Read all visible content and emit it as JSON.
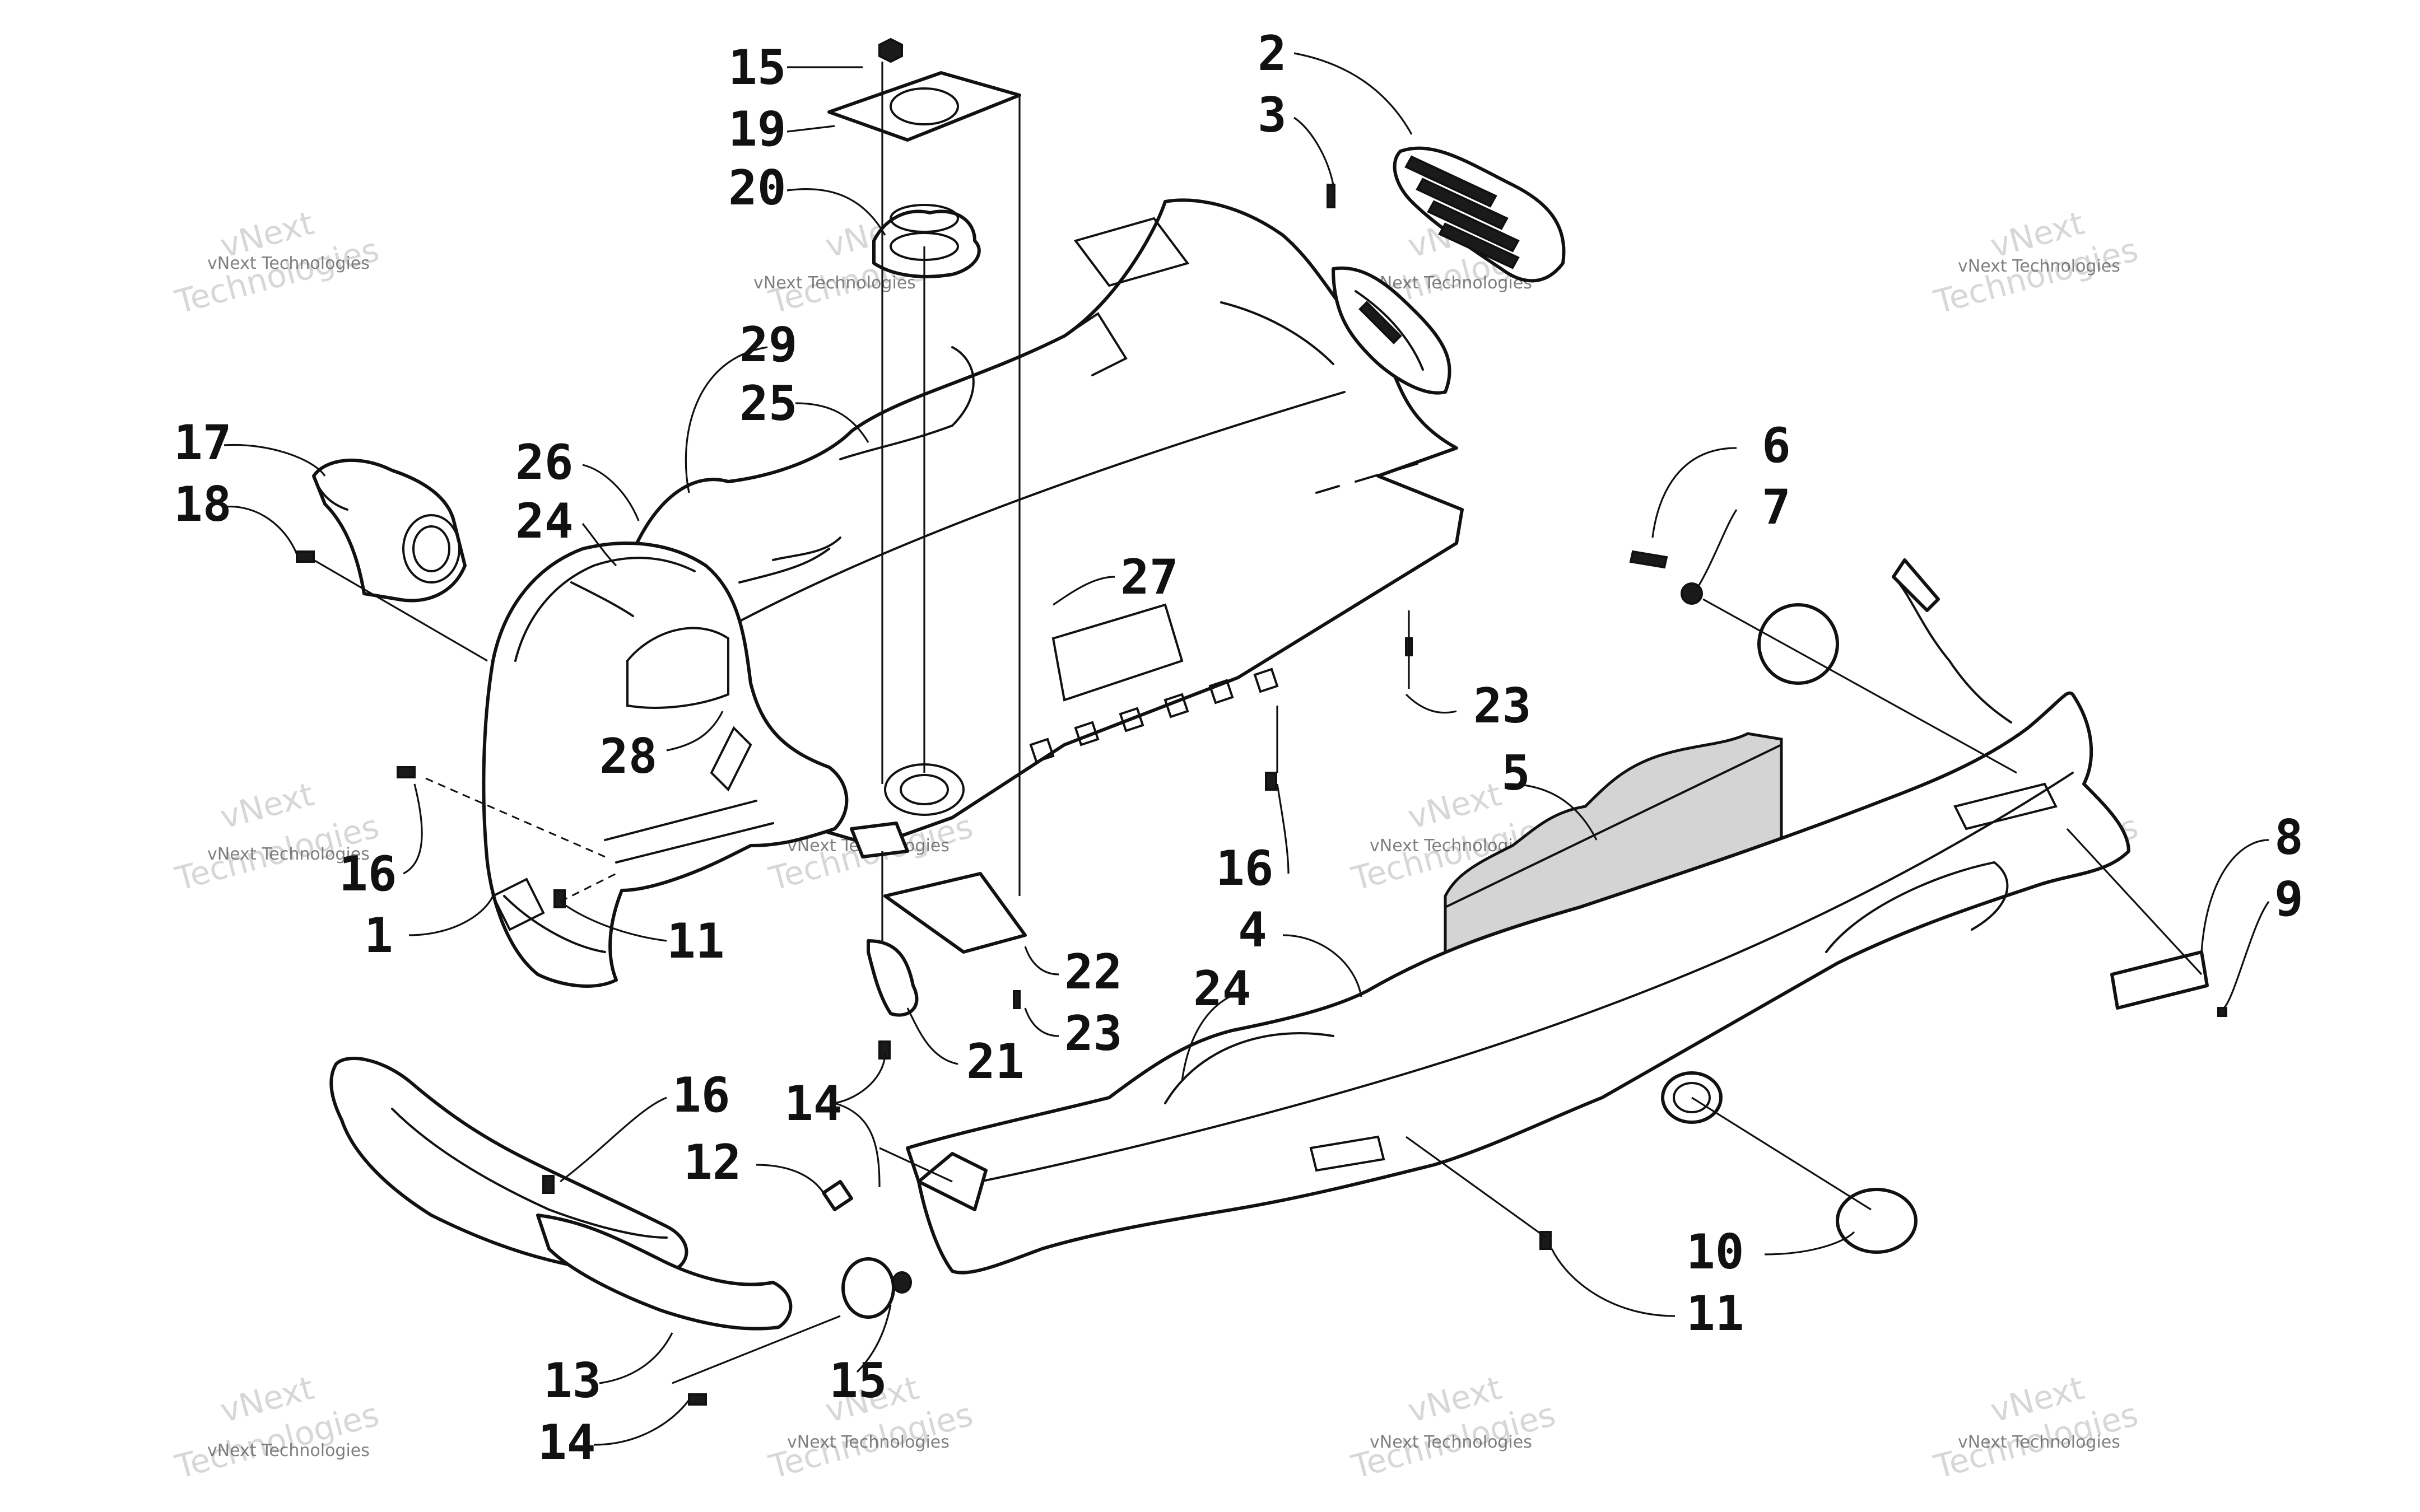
{
  "callouts": [
    {
      "label": "15"
    },
    {
      "label": "19"
    },
    {
      "label": "20"
    },
    {
      "label": "2"
    },
    {
      "label": "3"
    },
    {
      "label": "29"
    },
    {
      "label": "25"
    },
    {
      "label": "17"
    },
    {
      "label": "18"
    },
    {
      "label": "26"
    },
    {
      "label": "24"
    },
    {
      "label": "27"
    },
    {
      "label": "6"
    },
    {
      "label": "7"
    },
    {
      "label": "23"
    },
    {
      "label": "28"
    },
    {
      "label": "5"
    },
    {
      "label": "16"
    },
    {
      "label": "1"
    },
    {
      "label": "11"
    },
    {
      "label": "16"
    },
    {
      "label": "8"
    },
    {
      "label": "9"
    },
    {
      "label": "4"
    },
    {
      "label": "22"
    },
    {
      "label": "24"
    },
    {
      "label": "23"
    },
    {
      "label": "21"
    },
    {
      "label": "16"
    },
    {
      "label": "14"
    },
    {
      "label": "12"
    },
    {
      "label": "10"
    },
    {
      "label": "11"
    },
    {
      "label": "13"
    },
    {
      "label": "15"
    },
    {
      "label": "14"
    }
  ],
  "watermarks": {
    "small_text": "vNext Technologies",
    "large_line1": "vNext",
    "large_line2": "Technologies"
  }
}
